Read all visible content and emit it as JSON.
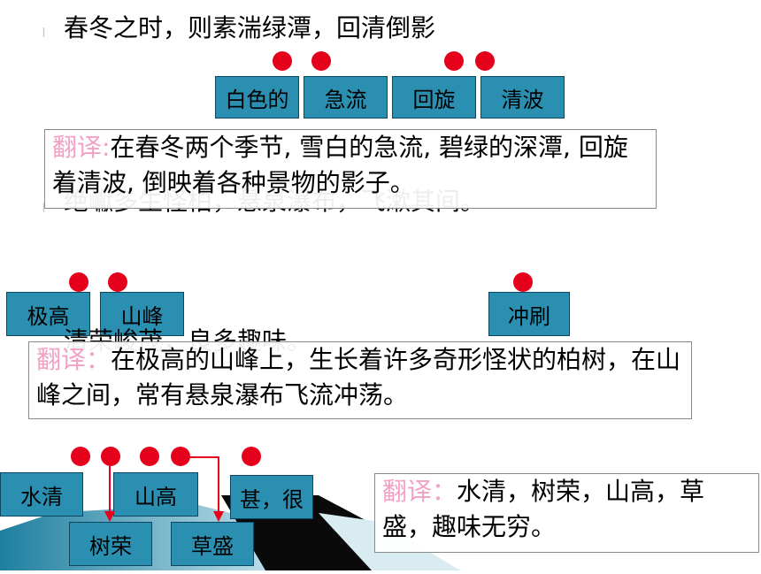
{
  "section1": {
    "sentence": "春冬之时，则素湍绿潭，回清倒影",
    "boxes": [
      "白色的",
      "急流",
      "回旋",
      "清波"
    ],
    "translation_label": "翻译:",
    "translation_text": "在春冬两个季节, 雪白的急流, 碧绿的深潭, 回旋着清波, 倒映着各种景物的影子。"
  },
  "section2": {
    "sentence": "绝巘多生怪柏，悬泉瀑布，飞漱其间。",
    "boxes": [
      "极高",
      "山峰",
      "冲刷"
    ],
    "translation_label": "翻译：",
    "translation_text": "在极高的山峰上，生长着许多奇形怪状的柏树，在山峰之间，常有悬泉瀑布飞流冲荡。"
  },
  "section3": {
    "sentence": "清荣峻茂，良多趣味。",
    "boxes": [
      "水清",
      "山高",
      "甚，很",
      "树荣",
      "草盛"
    ],
    "translation_label": "翻译：",
    "translation_text": "水清，树荣，山高，草盛，趣味无穷。"
  },
  "colors": {
    "box_fill": "#2a8fb0",
    "dot": "#e5001b",
    "label": "#f2a0c4",
    "arrow": "#e5001b"
  }
}
